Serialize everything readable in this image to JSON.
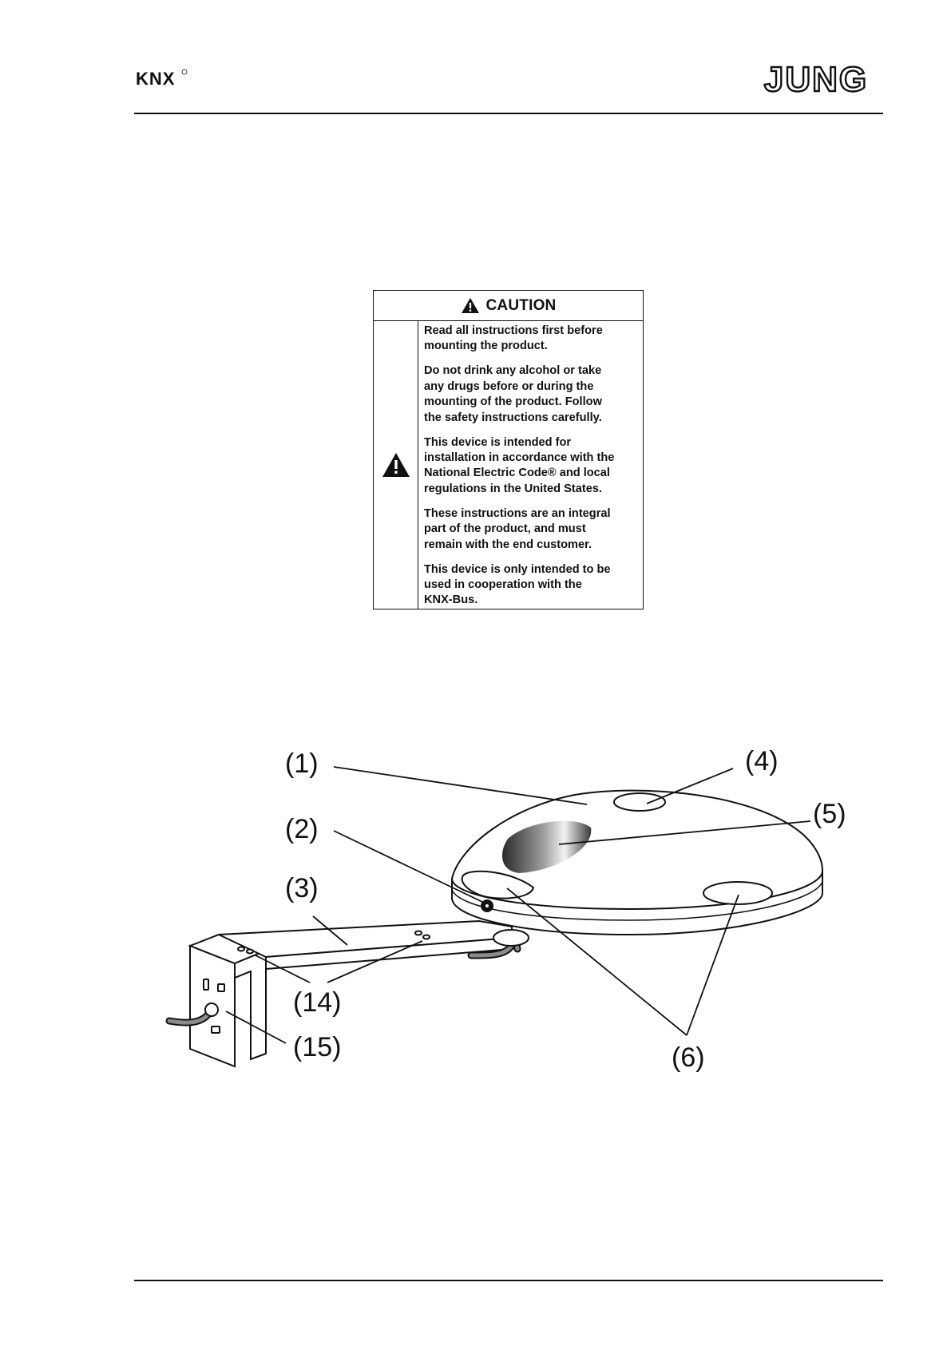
{
  "header": {
    "logo_left": "KNX",
    "logo_right": "JUNG"
  },
  "caution": {
    "title": "CAUTION",
    "paragraphs": [
      "Read all instructions first before\nmounting the product.",
      "Do not drink any alcohol or take\nany drugs before or during the\nmounting of the product. Follow\nthe safety instructions carefully.",
      "This device is intended for\ninstallation in accordance with the\nNational Electric Code® and local\nregulations in the United States.",
      "These instructions are an integral\npart of the product, and must\nremain with the end customer.",
      "This device is only intended to be\nused in cooperation with the\nKNX-Bus."
    ]
  },
  "figure": {
    "callouts": {
      "c1": "(1)",
      "c2": "(2)",
      "c3": "(3)",
      "c4": "(4)",
      "c5": "(5)",
      "c6": "(6)",
      "c14": "(14)",
      "c15": "(15)"
    }
  },
  "colors": {
    "ink": "#111111",
    "background": "#ffffff"
  }
}
